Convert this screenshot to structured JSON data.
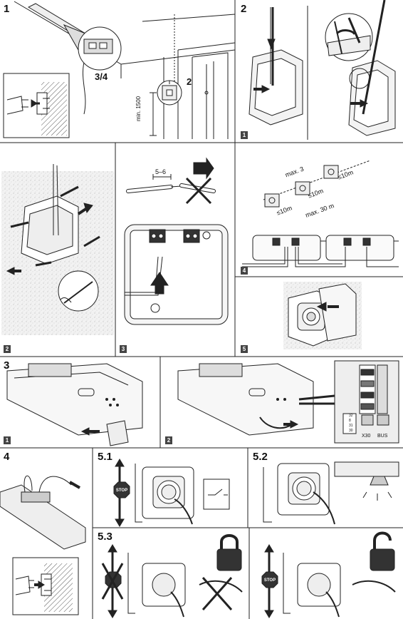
{
  "steps": {
    "s1": {
      "number": "1",
      "callout_a": "3/4",
      "callout_b": "2",
      "height_label": "min. 1500"
    },
    "s2": {
      "number": "2",
      "sub": "1"
    },
    "s2b": {
      "sub": "2"
    },
    "s3a": {
      "sub": "3",
      "strip_label": "5–6"
    },
    "s4a": {
      "sub": "4",
      "max_label": "max. 3",
      "spacing_label_1": "≤10m",
      "spacing_label_2": "≤10m",
      "spacing_label_3": "≤10m",
      "total_label": "max. 30 m"
    },
    "s5a": {
      "sub": "5"
    },
    "s3": {
      "number": "3",
      "sub1": "1",
      "sub2": "2",
      "panel_labels": [
        "X30",
        "BUS"
      ],
      "dip_labels": [
        "32",
        "8",
        "31",
        "30"
      ]
    },
    "s4": {
      "number": "4"
    },
    "s51": {
      "number": "5.1",
      "stop": "STOP"
    },
    "s52": {
      "number": "5.2"
    },
    "s53": {
      "number": "5.3",
      "stop": "STOP"
    }
  },
  "colors": {
    "line": "#111111",
    "wall": "#dddddd",
    "dark": "#333333"
  }
}
